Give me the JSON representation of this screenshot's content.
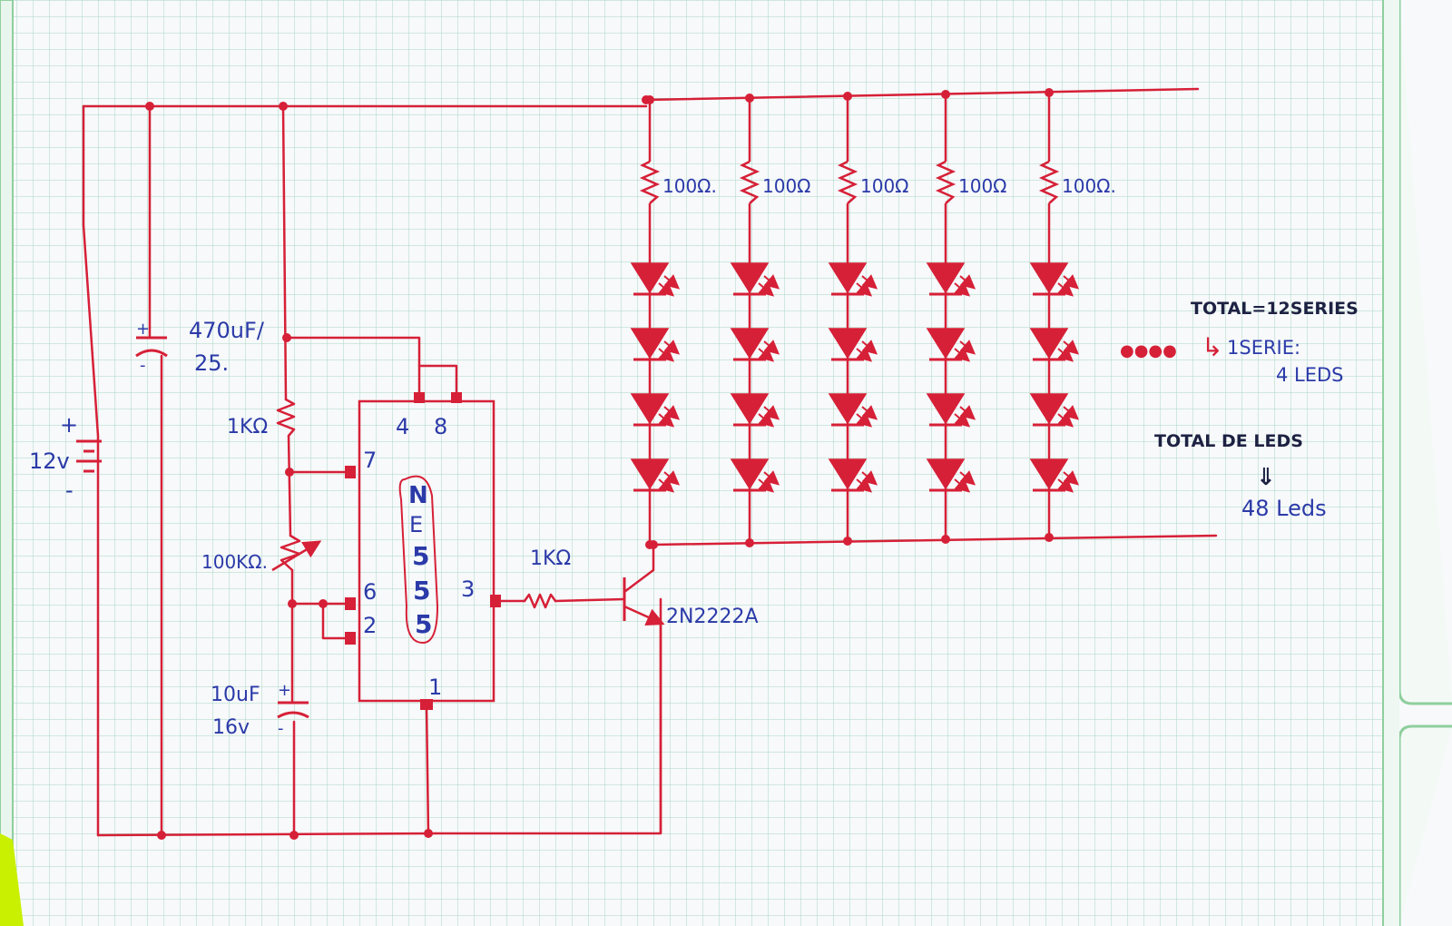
{
  "colors": {
    "paper": "#f7f9fb",
    "grid": "#a9d6c2",
    "ink_red": "#d62037",
    "ink_blue": "#2b3aa8",
    "ink_dark": "#1d2142",
    "border_green": "#8fcf9e",
    "highlighter": "#c8f000"
  },
  "battery": {
    "plus": "+",
    "label": "12v",
    "minus": "-"
  },
  "capacitor_main": {
    "plus": "+",
    "minus": "-",
    "label": "470uF/",
    "label2": "25."
  },
  "timing_resistor": {
    "label": "1KΩ"
  },
  "potentiometer": {
    "label": "100KΩ."
  },
  "timing_capacitor": {
    "plus": "+",
    "minus": "-",
    "label": "10uF",
    "label2": "16v"
  },
  "ic": {
    "name_letters": [
      "N",
      "E",
      "5",
      "5",
      "5"
    ],
    "pins": {
      "p4": "4",
      "p8": "8",
      "p7": "7",
      "p6": "6",
      "p2": "2",
      "p3": "3",
      "p1": "1"
    }
  },
  "base_resistor": {
    "label": "1KΩ"
  },
  "transistor": {
    "label": "2N2222A"
  },
  "led_strings": [
    {
      "resistor_label": "100Ω."
    },
    {
      "resistor_label": "100Ω"
    },
    {
      "resistor_label": "100Ω"
    },
    {
      "resistor_label": "100Ω"
    },
    {
      "resistor_label": "100Ω."
    }
  ],
  "continuation": "●●●●",
  "notes": {
    "total_series": "TOTAL=12SERIES",
    "arrow": "↳",
    "one_series": "1SERIE:",
    "leds_per_series": "4 LEDS",
    "total_leds_title": "TOTAL DE LEDS",
    "equals": "⇓",
    "total_leds": "48 Leds"
  }
}
